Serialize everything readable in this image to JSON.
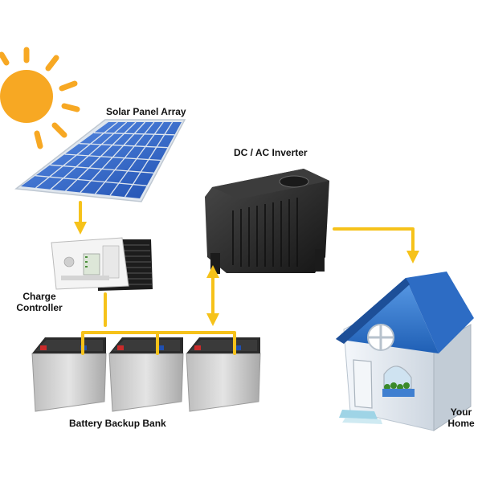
{
  "diagram": {
    "labels": {
      "solar_panel": "Solar Panel Array",
      "inverter": "DC / AC Inverter",
      "charge_controller_line1": "Charge",
      "charge_controller_line2": "Controller",
      "battery_bank": "Battery Backup Bank",
      "home_line1": "Your",
      "home_line2": "Home"
    },
    "colors": {
      "wire": "#f6c21a",
      "sun": "#f7a823",
      "panel_cell": "#2f64c8",
      "panel_frame": "#dfe6ee",
      "roof": "#3f7fd0",
      "house_wall": "#ecf1f6",
      "inverter_body": "#2a2a2a",
      "battery_body": "#d6d6d6",
      "battery_top": "#2b2b2b"
    },
    "icons": [
      "sun-icon",
      "solar-panel-icon",
      "charge-controller-icon",
      "inverter-icon",
      "battery-icon",
      "house-icon"
    ]
  }
}
